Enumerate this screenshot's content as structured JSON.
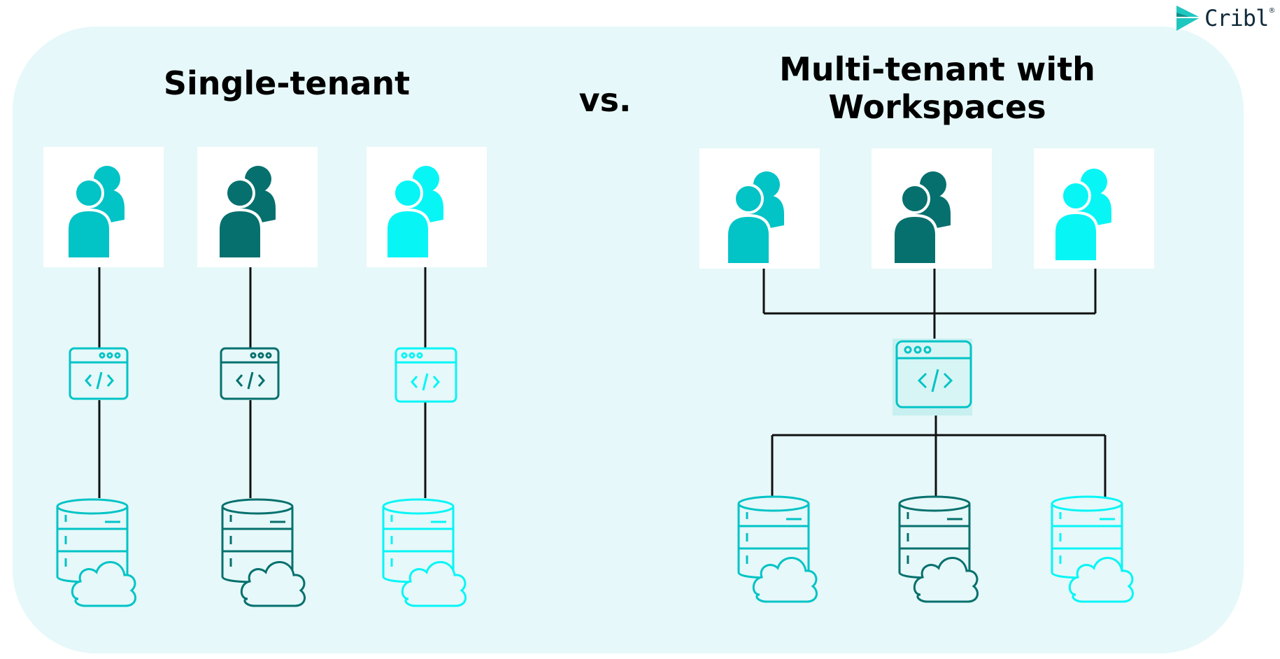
{
  "titles": {
    "left": "Single-tenant",
    "vs": "vs.",
    "right": "Multi-tenant with Workspaces"
  },
  "logo": {
    "text": "Cribl",
    "registered": "®"
  },
  "colors": {
    "background": "#e6f8f9",
    "teal_medium": "#02c3c6",
    "teal_dark": "#06706e",
    "cyan_bright": "#08f5f6",
    "line": "#111111",
    "logo_accent": "#1ec7c0"
  },
  "icons": [
    "users-icon",
    "browser-code-icon",
    "database-cloud-icon"
  ]
}
